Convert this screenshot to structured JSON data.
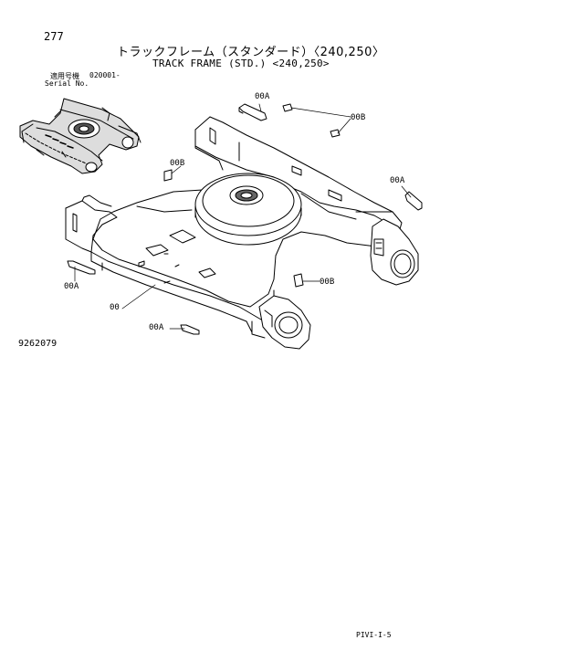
{
  "header": {
    "page_number": "277",
    "title_jp": "トラックフレーム（スタンダード）〈240,250〉",
    "title_en": "TRACK FRAME (STD.) <240,250>",
    "serial_label_jp": "適用号機",
    "serial_value": "020001-",
    "serial_label_en": "Serial No."
  },
  "callouts": {
    "c00a_top": "00A",
    "c00b_top": "00B",
    "c00b_left": "00B",
    "c00a_right": "00A",
    "c00a_left": "00A",
    "c00b_low": "00B",
    "c00": "00",
    "c00a_bottom": "00A"
  },
  "figure_number": "9262079",
  "footer": {
    "code": "PIVI-I-5"
  }
}
